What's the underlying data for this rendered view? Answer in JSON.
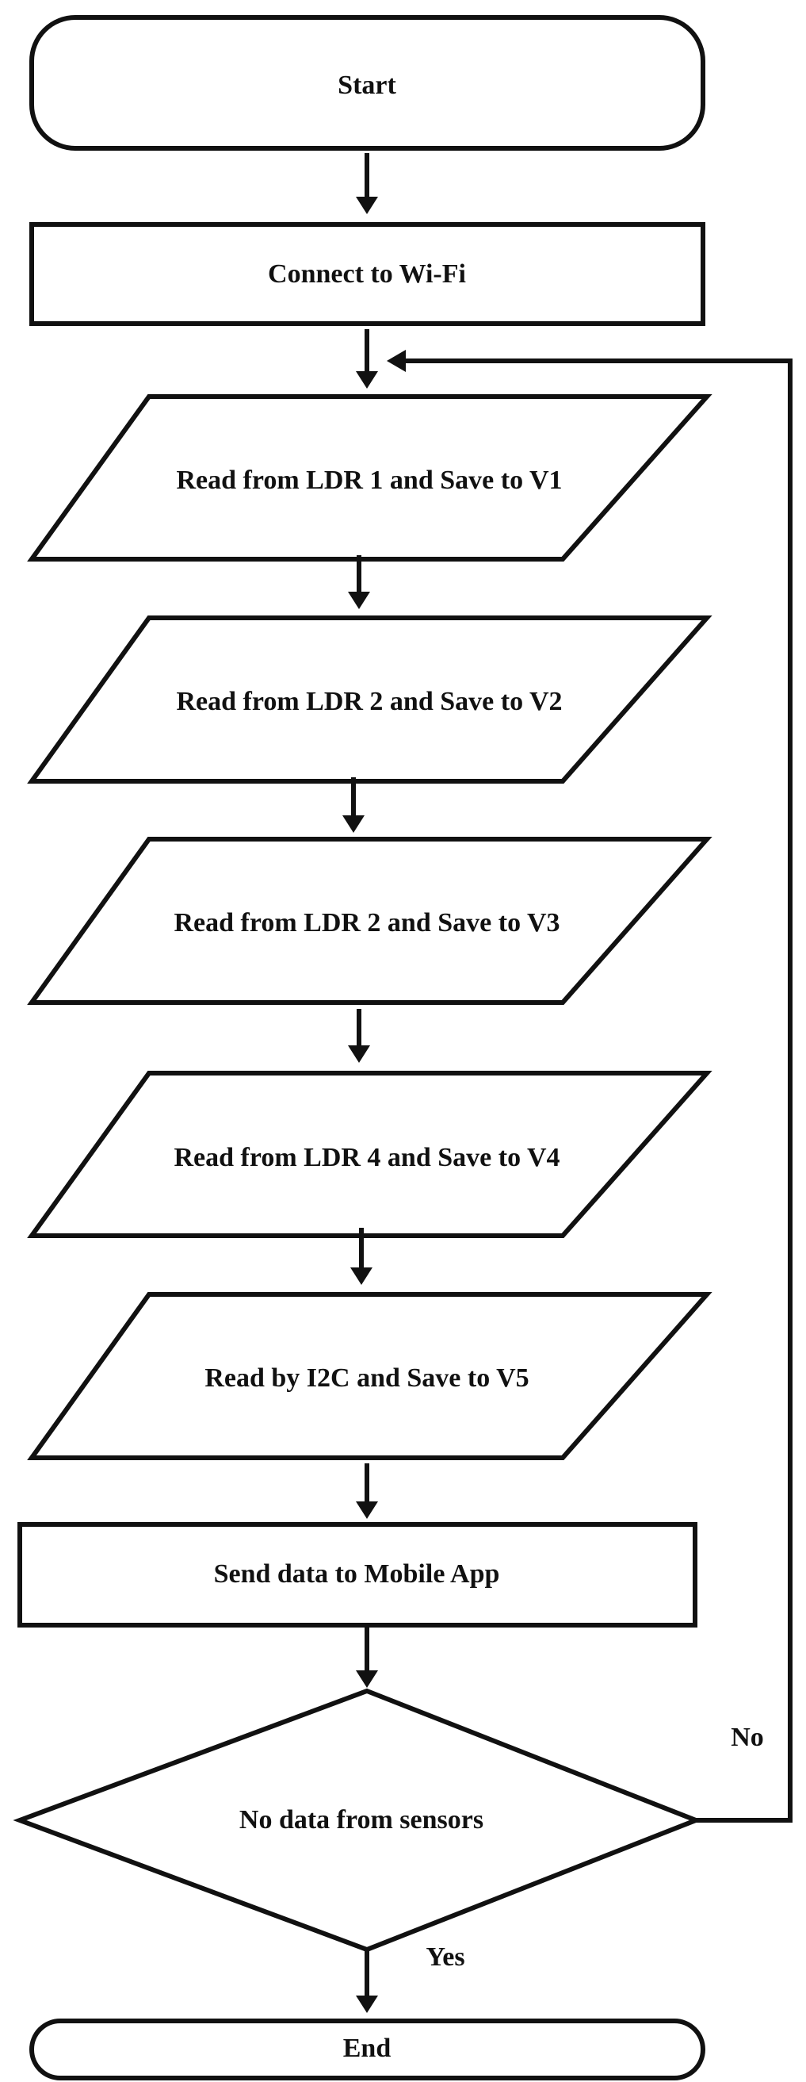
{
  "flowchart": {
    "start": "Start",
    "connect": "Connect to Wi-Fi",
    "read_ldr1": "Read from LDR 1 and Save to V1",
    "read_ldr2": "Read from LDR 2 and Save to V2",
    "read_ldr3": "Read from LDR 2 and Save to V3",
    "read_ldr4": "Read from LDR 4 and Save to V4",
    "read_i2c": "Read by I2C and Save to V5",
    "send": "Send data to Mobile App",
    "decision": "No data from sensors",
    "no_label": "No",
    "yes_label": "Yes",
    "end": "End"
  }
}
